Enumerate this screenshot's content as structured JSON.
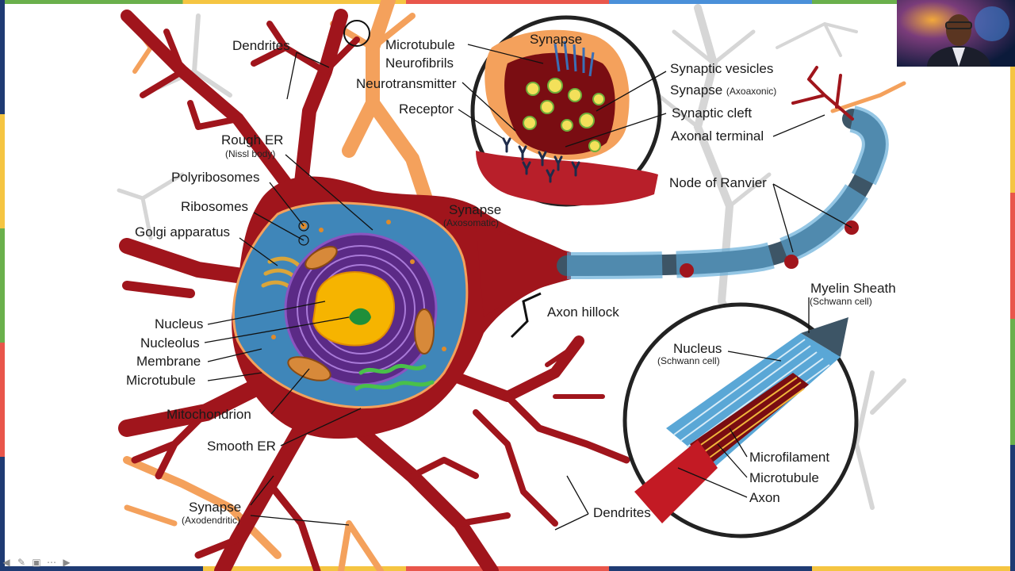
{
  "labels": {
    "dendrites_top": "Dendrites",
    "microtubule_top": "Microtubule",
    "neurofibrils": "Neurofibrils",
    "neurotransmitter": "Neurotransmitter",
    "receptor": "Receptor",
    "synapse_inset": "Synapse",
    "synaptic_vesicles": "Synaptic vesicles",
    "synapse_axoaxonic": "Synapse",
    "synapse_axoaxonic_sub": "(Axoaxonic)",
    "synaptic_cleft": "Synaptic cleft",
    "axonal_terminal": "Axonal terminal",
    "node_of_ranvier": "Node of Ranvier",
    "rough_er": "Rough ER",
    "rough_er_sub": "(Nissl body)",
    "polyribosomes": "Polyribosomes",
    "ribosomes": "Ribosomes",
    "golgi": "Golgi apparatus",
    "synapse_axosomatic": "Synapse",
    "synapse_axosomatic_sub": "(Axosomatic)",
    "nucleus": "Nucleus",
    "nucleolus": "Nucleolus",
    "membrane": "Membrane",
    "microtubule_left": "Microtubule",
    "axon_hillock": "Axon hillock",
    "myelin_sheath": "Myelin Sheath",
    "myelin_sheath_sub": "(Schwann cell)",
    "mitochondrion": "Mitochondrion",
    "smooth_er": "Smooth ER",
    "nucleus_schwann": "Nucleus",
    "nucleus_schwann_sub": "(Schwann cell)",
    "microfilament": "Microfilament",
    "microtubule_inset": "Microtubule",
    "axon": "Axon",
    "synapse_axodendritic": "Synapse",
    "synapse_axodendritic_sub": "(Axodendritic)",
    "dendrites_bottom": "Dendrites"
  },
  "colors": {
    "neuron_red": "#a0151c",
    "orange": "#f4a15c",
    "cyto_blue": "#3f86b9",
    "nucleus_purple": "#5b2a86",
    "nucleus_yellow": "#f6b400",
    "myelin_blue": "#5aa7d6",
    "axon_slate": "#3d5566",
    "grey_bg": "#d2d2d2"
  },
  "icons": [
    "back-arrow-icon",
    "pen-icon",
    "slides-icon",
    "more-icon",
    "forward-arrow-icon"
  ]
}
